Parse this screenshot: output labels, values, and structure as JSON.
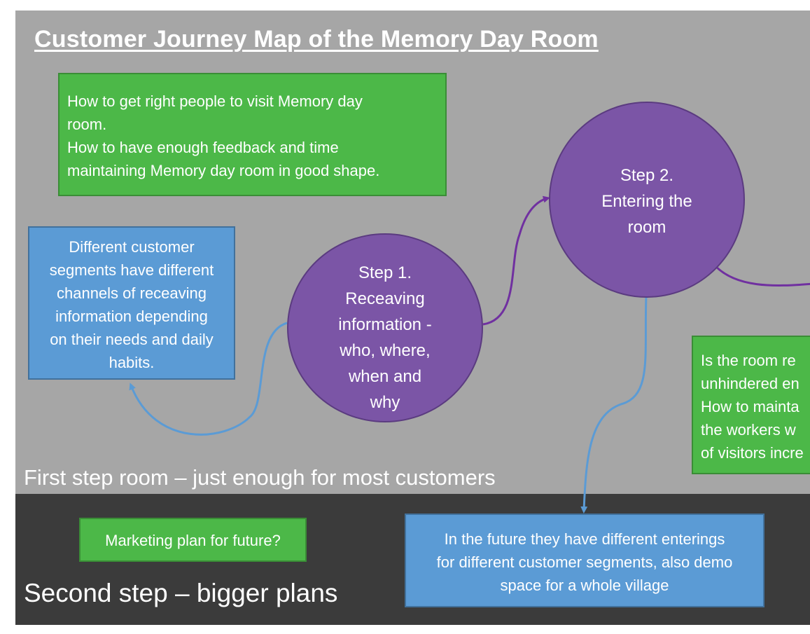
{
  "title": "Customer Journey Map of the Memory Day Room",
  "question_box_1": {
    "lines": [
      "How to get right people to visit Memory day",
      "room.",
      "How to have enough feedback and time",
      "maintaining Memory day room in good shape."
    ]
  },
  "segments_box": {
    "lines": [
      "Different customer",
      "segments have different",
      "channels of receaving",
      "information depending",
      "on their needs and daily",
      "habits."
    ]
  },
  "step1": {
    "lines": [
      "Step 1.",
      "Receaving",
      "information  -",
      "who, where,",
      "when and",
      "why"
    ]
  },
  "step2": {
    "lines": [
      "Step 2.",
      "Entering the",
      "room"
    ]
  },
  "question_box_2": {
    "lines": [
      "Is the room re",
      "unhindered en",
      "How to mainta",
      "the workers w",
      "of visitors incre"
    ]
  },
  "first_step_label": "First step room – just enough for most customers",
  "second_step_label": "Second step – bigger plans",
  "marketing_box": {
    "text": "Marketing plan for future?"
  },
  "future_box": {
    "lines": [
      "In the future they have different  enterings",
      "for different customer segments, also demo",
      "space for a whole village"
    ]
  },
  "colors": {
    "top_band": "#a6a6a6",
    "bottom_band": "#3b3b3b",
    "green_box": "#4cb848",
    "blue_box": "#5b9bd5",
    "circle": "#7b55a6",
    "blue_connector": "#5b9bd5",
    "purple_connector": "#7030a0"
  }
}
